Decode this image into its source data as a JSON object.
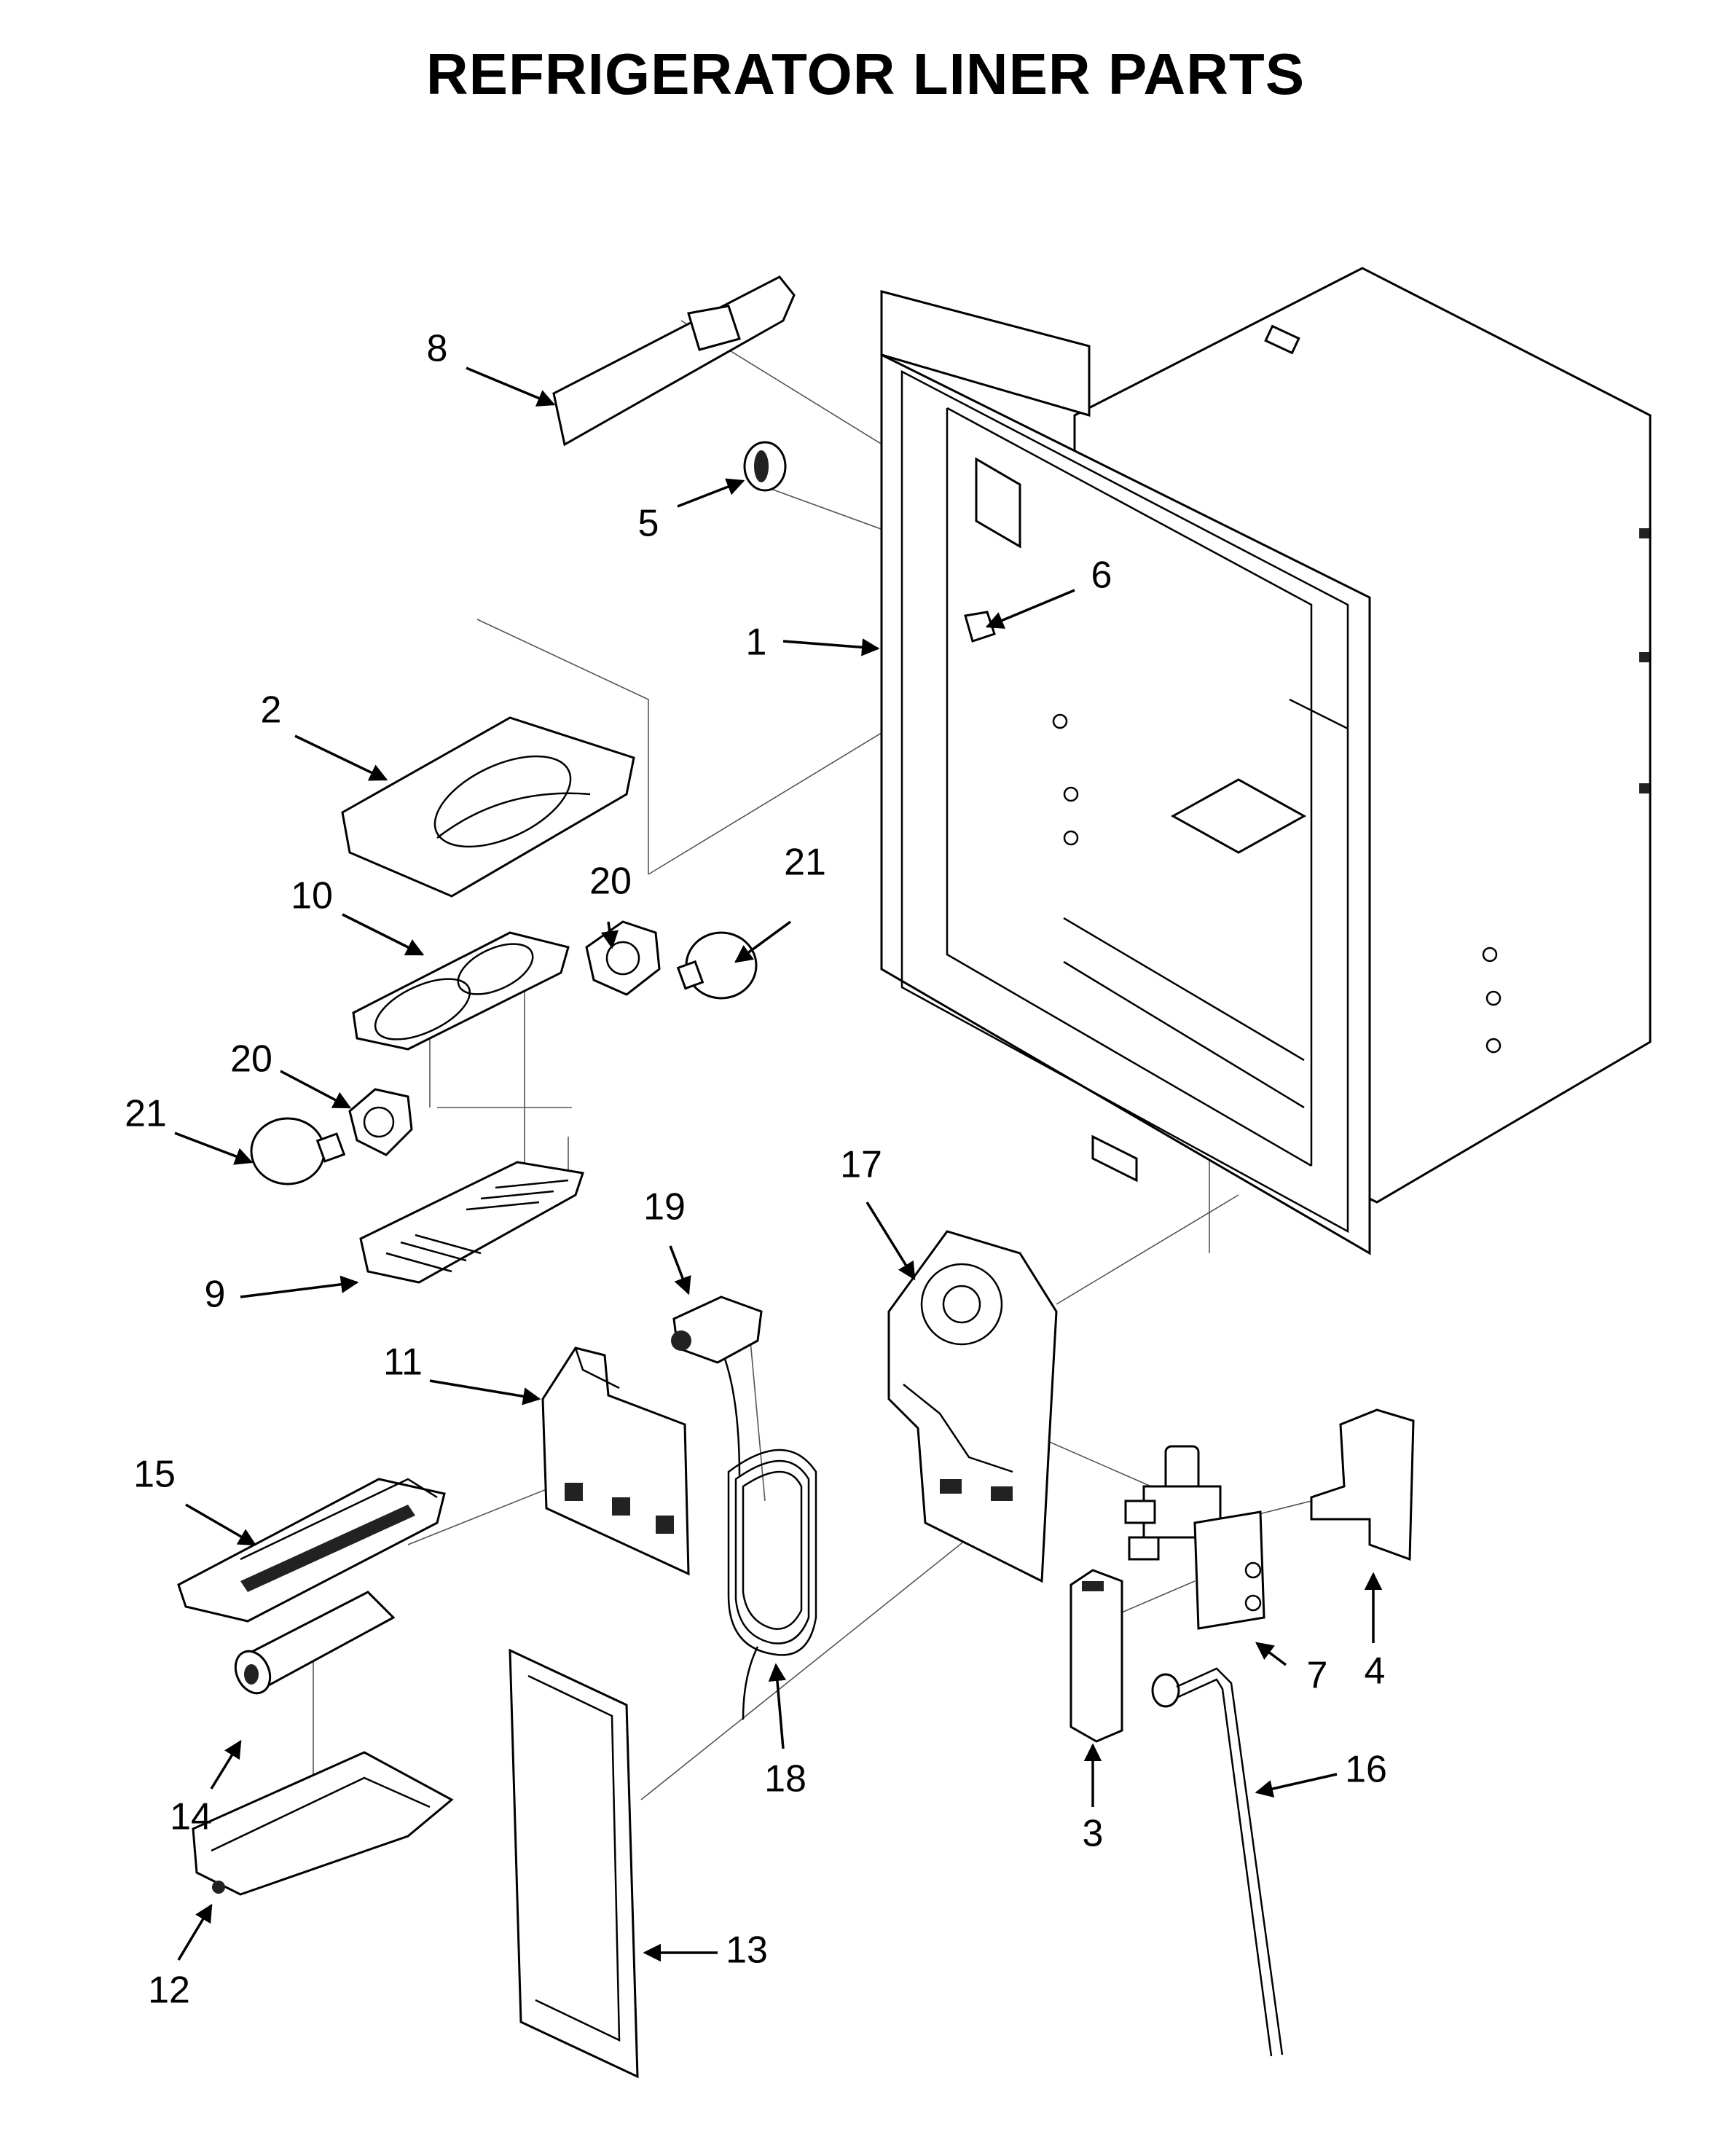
{
  "title": "REFRIGERATOR LINER PARTS",
  "callouts": [
    {
      "id": "1",
      "label": "1"
    },
    {
      "id": "2",
      "label": "2"
    },
    {
      "id": "3",
      "label": "3"
    },
    {
      "id": "4",
      "label": "4"
    },
    {
      "id": "5",
      "label": "5"
    },
    {
      "id": "6",
      "label": "6"
    },
    {
      "id": "7",
      "label": "7"
    },
    {
      "id": "8",
      "label": "8"
    },
    {
      "id": "9",
      "label": "9"
    },
    {
      "id": "10",
      "label": "10"
    },
    {
      "id": "11",
      "label": "11"
    },
    {
      "id": "12",
      "label": "12"
    },
    {
      "id": "13",
      "label": "13"
    },
    {
      "id": "14",
      "label": "14"
    },
    {
      "id": "15",
      "label": "15"
    },
    {
      "id": "16",
      "label": "16"
    },
    {
      "id": "17",
      "label": "17"
    },
    {
      "id": "18",
      "label": "18"
    },
    {
      "id": "19",
      "label": "19"
    },
    {
      "id": "20a",
      "label": "20"
    },
    {
      "id": "20b",
      "label": "20"
    },
    {
      "id": "21a",
      "label": "21"
    },
    {
      "id": "21b",
      "label": "21"
    }
  ]
}
